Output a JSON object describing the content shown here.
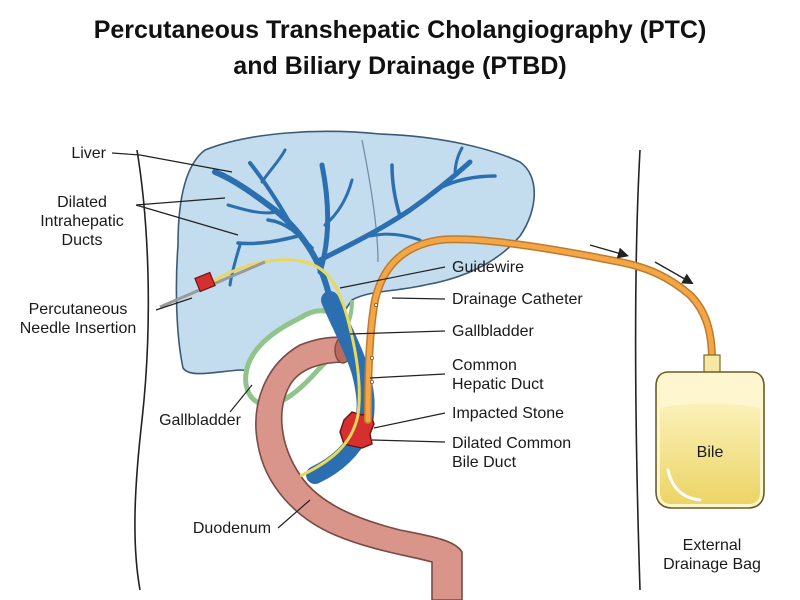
{
  "title": {
    "line1": "Percutaneous Transhepatic Cholangiography (PTC)",
    "line2": "and Biliary Drainage (PTBD)"
  },
  "labels": {
    "liver": "Liver",
    "dilated_intrahepatic": [
      "Dilated",
      "Intrahepatic",
      "Ducts"
    ],
    "needle_insertion": [
      "Percutaneous",
      "Needle Insertion"
    ],
    "gallbladder_left": "Gallbladder",
    "duodenum": "Duodenum",
    "guidewire": "Guidewire",
    "drainage_catheter": "Drainage Catheter",
    "gallbladder_right": "Gallbladder",
    "common_hepatic_duct": [
      "Common",
      "Hepatic Duct"
    ],
    "impacted_stone": "Impacted Stone",
    "dilated_cbd": [
      "Dilated Common",
      "Bile Duct"
    ],
    "bag_content": "Bile",
    "external_bag": [
      "External",
      "Drainage Bag"
    ]
  },
  "colors": {
    "liver_fill": "#c3dcee",
    "liver_outline": "#3c5a73",
    "duct_blue": "#2c6fb0",
    "gallbladder_green": "#8fc48b",
    "duodenum_pink": "#d9958a",
    "catheter_orange": "#f2a646",
    "guidewire_yellow": "#e9d85a",
    "stone_red": "#d62f2f",
    "bile_yellow": "#f3df7a"
  }
}
